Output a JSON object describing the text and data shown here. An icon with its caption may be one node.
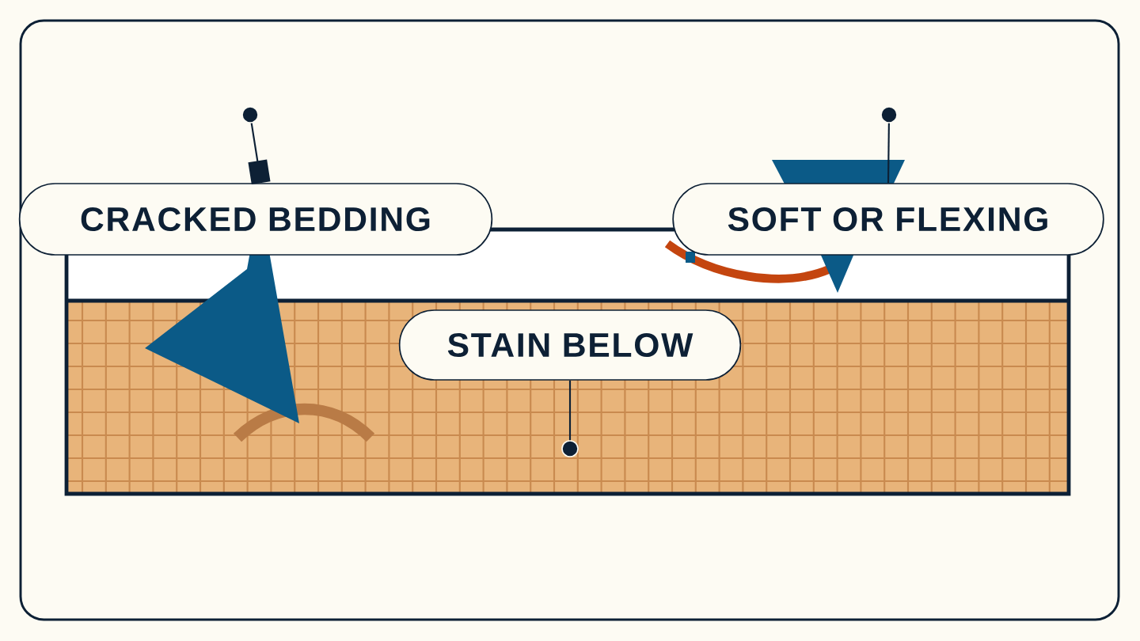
{
  "diagram": {
    "nodes": [
      {
        "text": [
          "CRACKED BEDDING"
        ]
      },
      {
        "text": [
          "SOFT OR FLEXING"
        ]
      },
      {
        "text": [
          "STAIN BELOW"
        ]
      },
      {
        "text": [],
        "shape": "circle"
      },
      {
        "text": [],
        "shape": "circle"
      },
      {
        "text": [],
        "shape": "circle"
      }
    ],
    "edges": [
      {
        "from": 0,
        "to": 3,
        "arrow": "other"
      },
      {
        "from": 1,
        "to": 4,
        "arrow": "none"
      },
      {
        "from": 2,
        "to": 5,
        "arrow": "none"
      }
    ]
  }
}
